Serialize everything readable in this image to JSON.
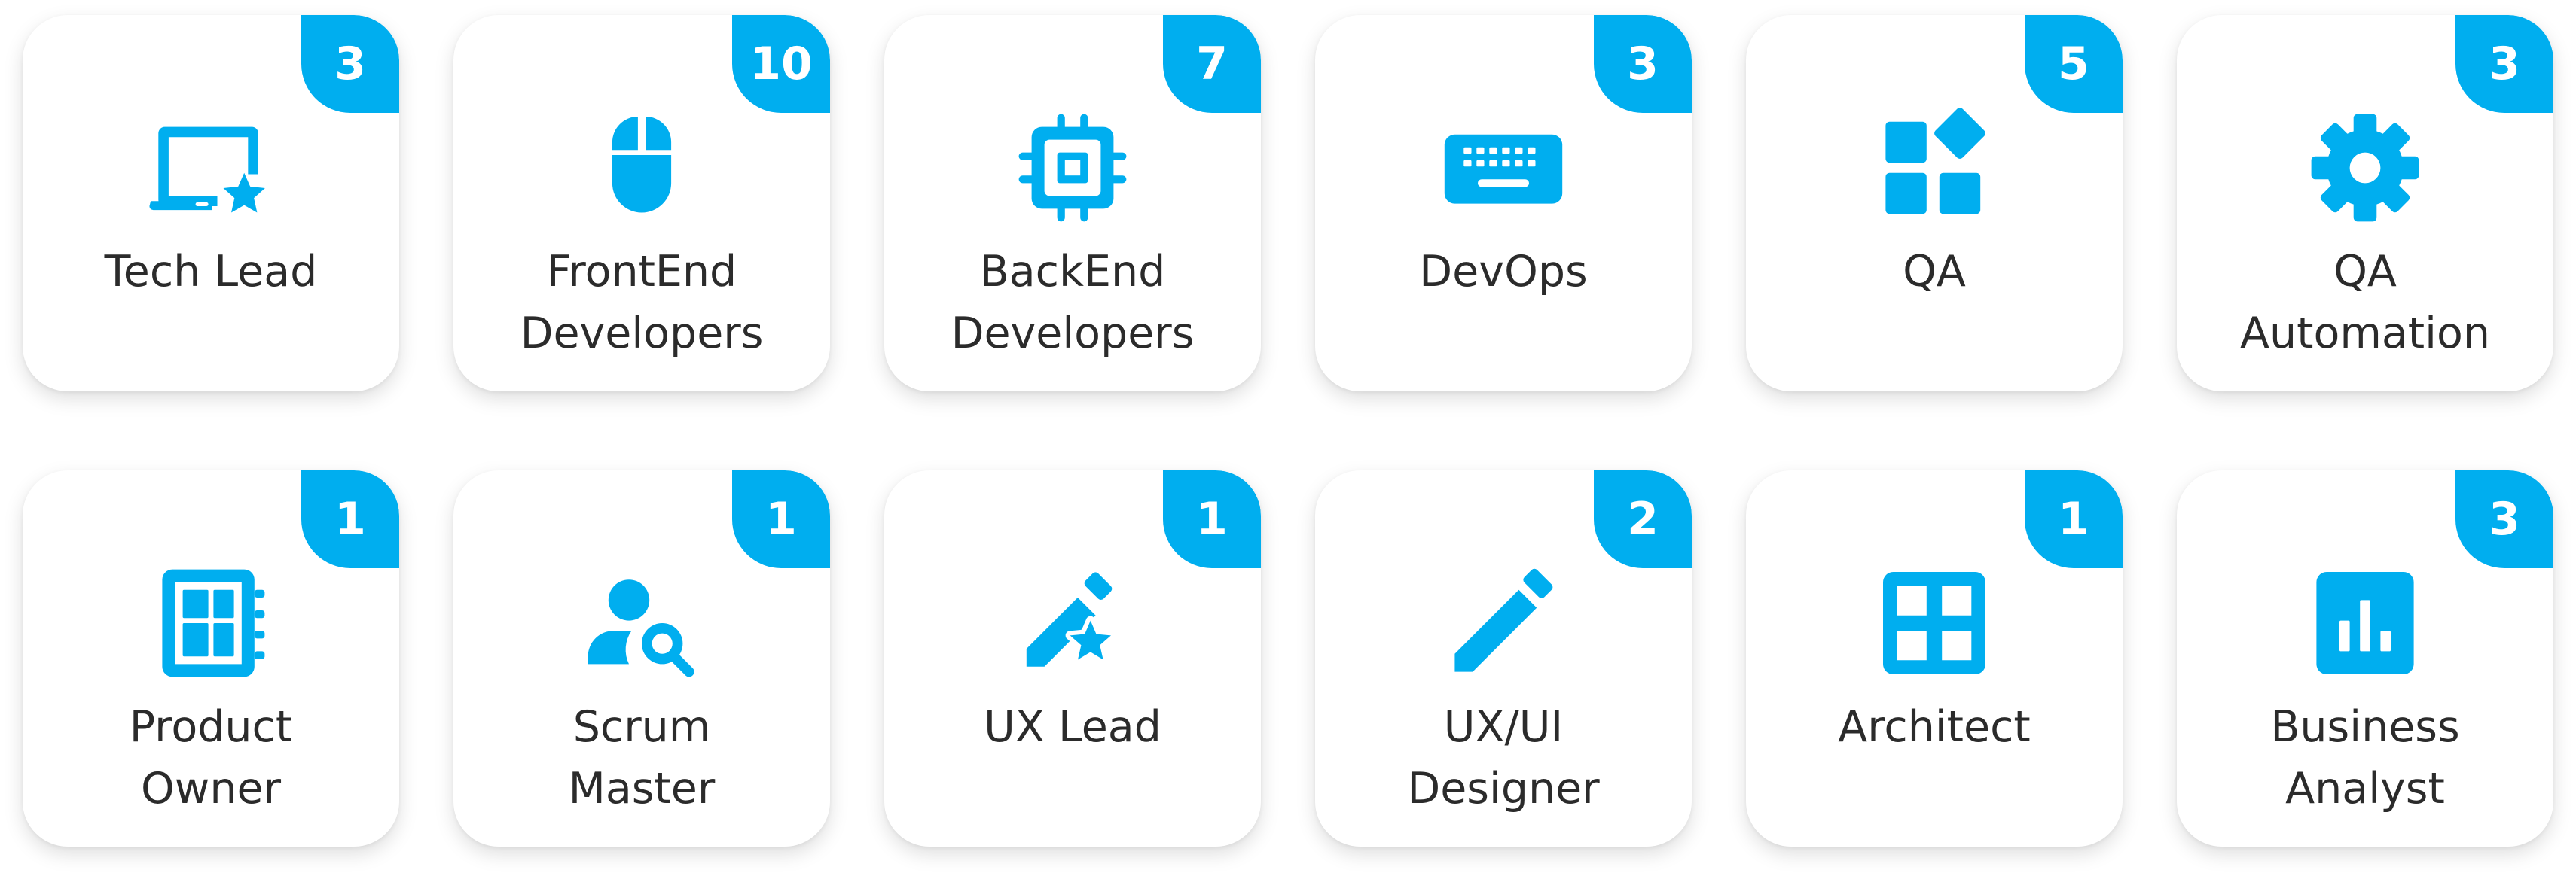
{
  "accent_color": "#00aeef",
  "roles": [
    {
      "count": "3",
      "line1": "Tech Lead",
      "line2": "",
      "icon": "laptop-star-icon"
    },
    {
      "count": "10",
      "line1": "FrontEnd",
      "line2": "Developers",
      "icon": "mouse-icon"
    },
    {
      "count": "7",
      "line1": "BackEnd",
      "line2": "Developers",
      "icon": "chip-icon"
    },
    {
      "count": "3",
      "line1": "DevOps",
      "line2": "",
      "icon": "keyboard-icon"
    },
    {
      "count": "5",
      "line1": "QA",
      "line2": "",
      "icon": "widgets-icon"
    },
    {
      "count": "3",
      "line1": "QA",
      "line2": "Automation",
      "icon": "gear-icon"
    },
    {
      "count": "1",
      "line1": "Product",
      "line2": "Owner",
      "icon": "notebook-layout-icon"
    },
    {
      "count": "1",
      "line1": "Scrum",
      "line2": "Master",
      "icon": "person-search-icon"
    },
    {
      "count": "1",
      "line1": "UX Lead",
      "line2": "",
      "icon": "pencil-star-icon"
    },
    {
      "count": "2",
      "line1": "UX/UI",
      "line2": "Designer",
      "icon": "pencil-icon"
    },
    {
      "count": "1",
      "line1": "Architect",
      "line2": "",
      "icon": "grid-icon"
    },
    {
      "count": "3",
      "line1": "Business",
      "line2": "Analyst",
      "icon": "bar-chart-icon"
    }
  ]
}
